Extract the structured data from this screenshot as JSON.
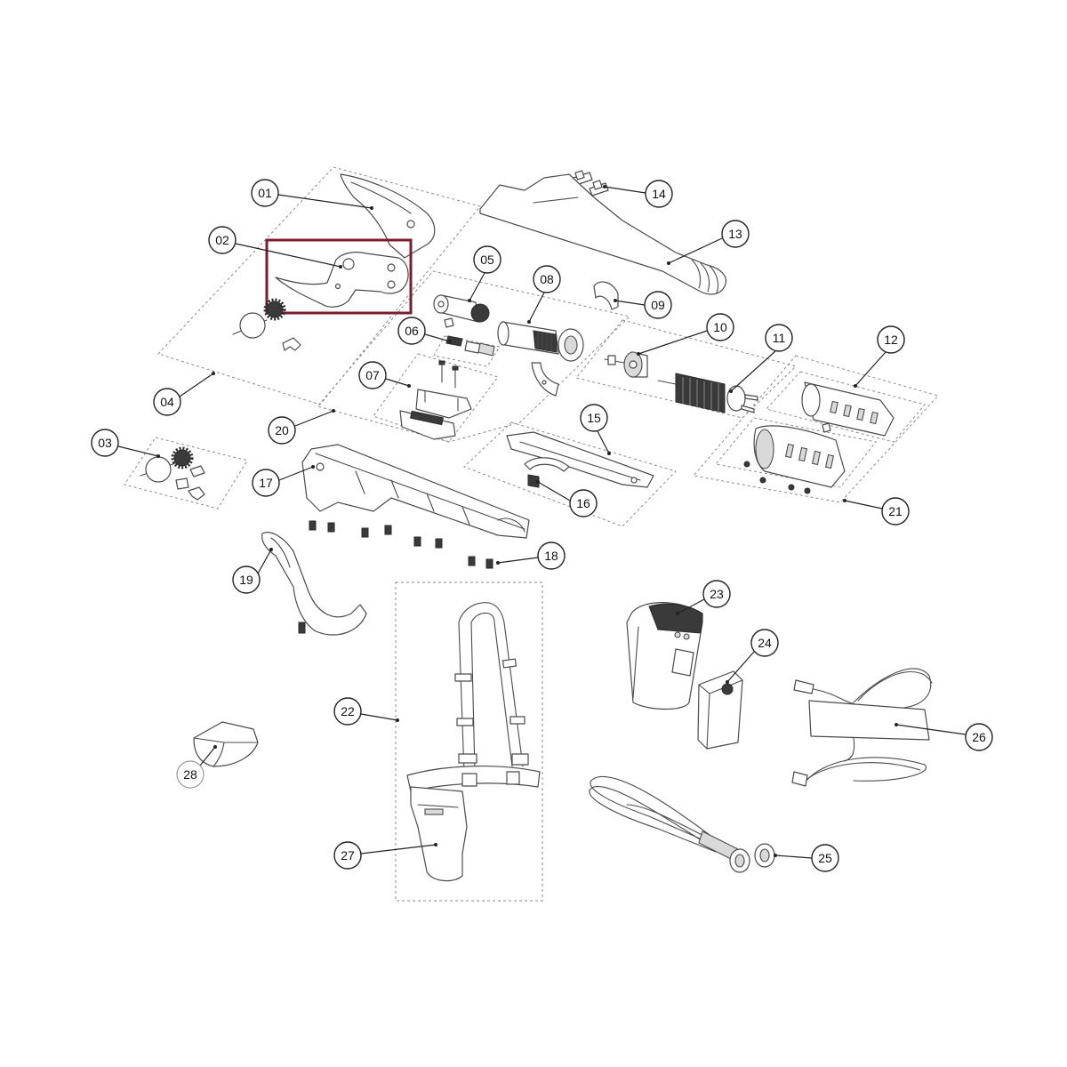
{
  "diagram": {
    "callouts": [
      "01",
      "02",
      "03",
      "04",
      "05",
      "06",
      "07",
      "08",
      "09",
      "10",
      "11",
      "12",
      "13",
      "14",
      "15",
      "16",
      "17",
      "18",
      "19",
      "20",
      "21",
      "22",
      "23",
      "24",
      "25",
      "26",
      "27",
      "28"
    ],
    "colors": {
      "highlight": "#7b1c2e",
      "line": "#4a4a4a",
      "callout": "#222222"
    }
  }
}
